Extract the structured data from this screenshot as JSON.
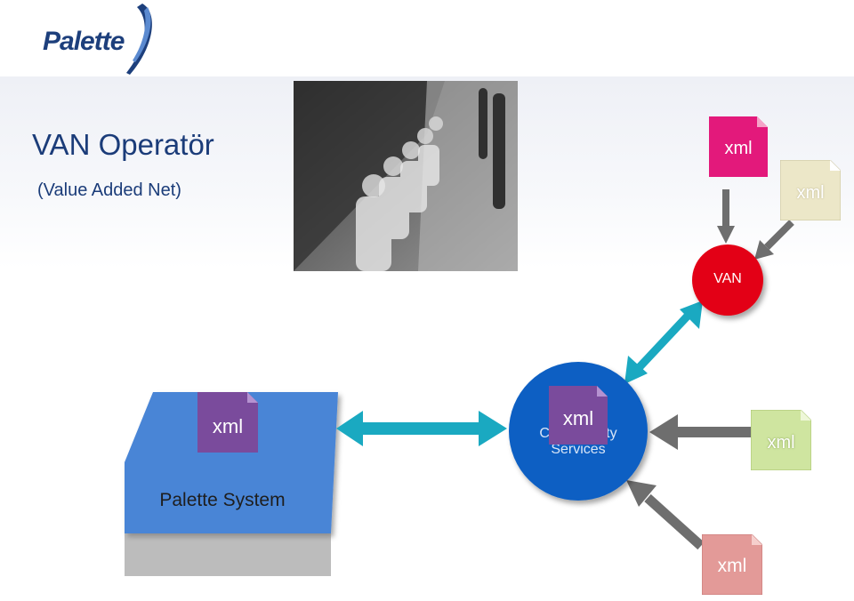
{
  "logo": {
    "text": "Palette"
  },
  "slide": {
    "title": "VAN Operatör",
    "subtitle": "(Value Added Net)"
  },
  "diagram": {
    "van_label": "VAN",
    "palette_system_label": "Palette System",
    "connectivity_label_line1": "Connectivity",
    "connectivity_label_line2": "Services",
    "doc_label": "xml"
  },
  "colors": {
    "title": "#1b3c79",
    "van": "#e30613",
    "connectivity": "#0a5fc3",
    "palette_system": "#4a85d6",
    "arrow_teal": "#1aa9c1",
    "arrow_gray": "#6e6e6e",
    "xml_magenta": "#e3197b",
    "xml_cream": "#ece7c8",
    "xml_purple": "#7a4b9c",
    "xml_green": "#cfe5a0",
    "xml_pink": "#e39a98"
  }
}
